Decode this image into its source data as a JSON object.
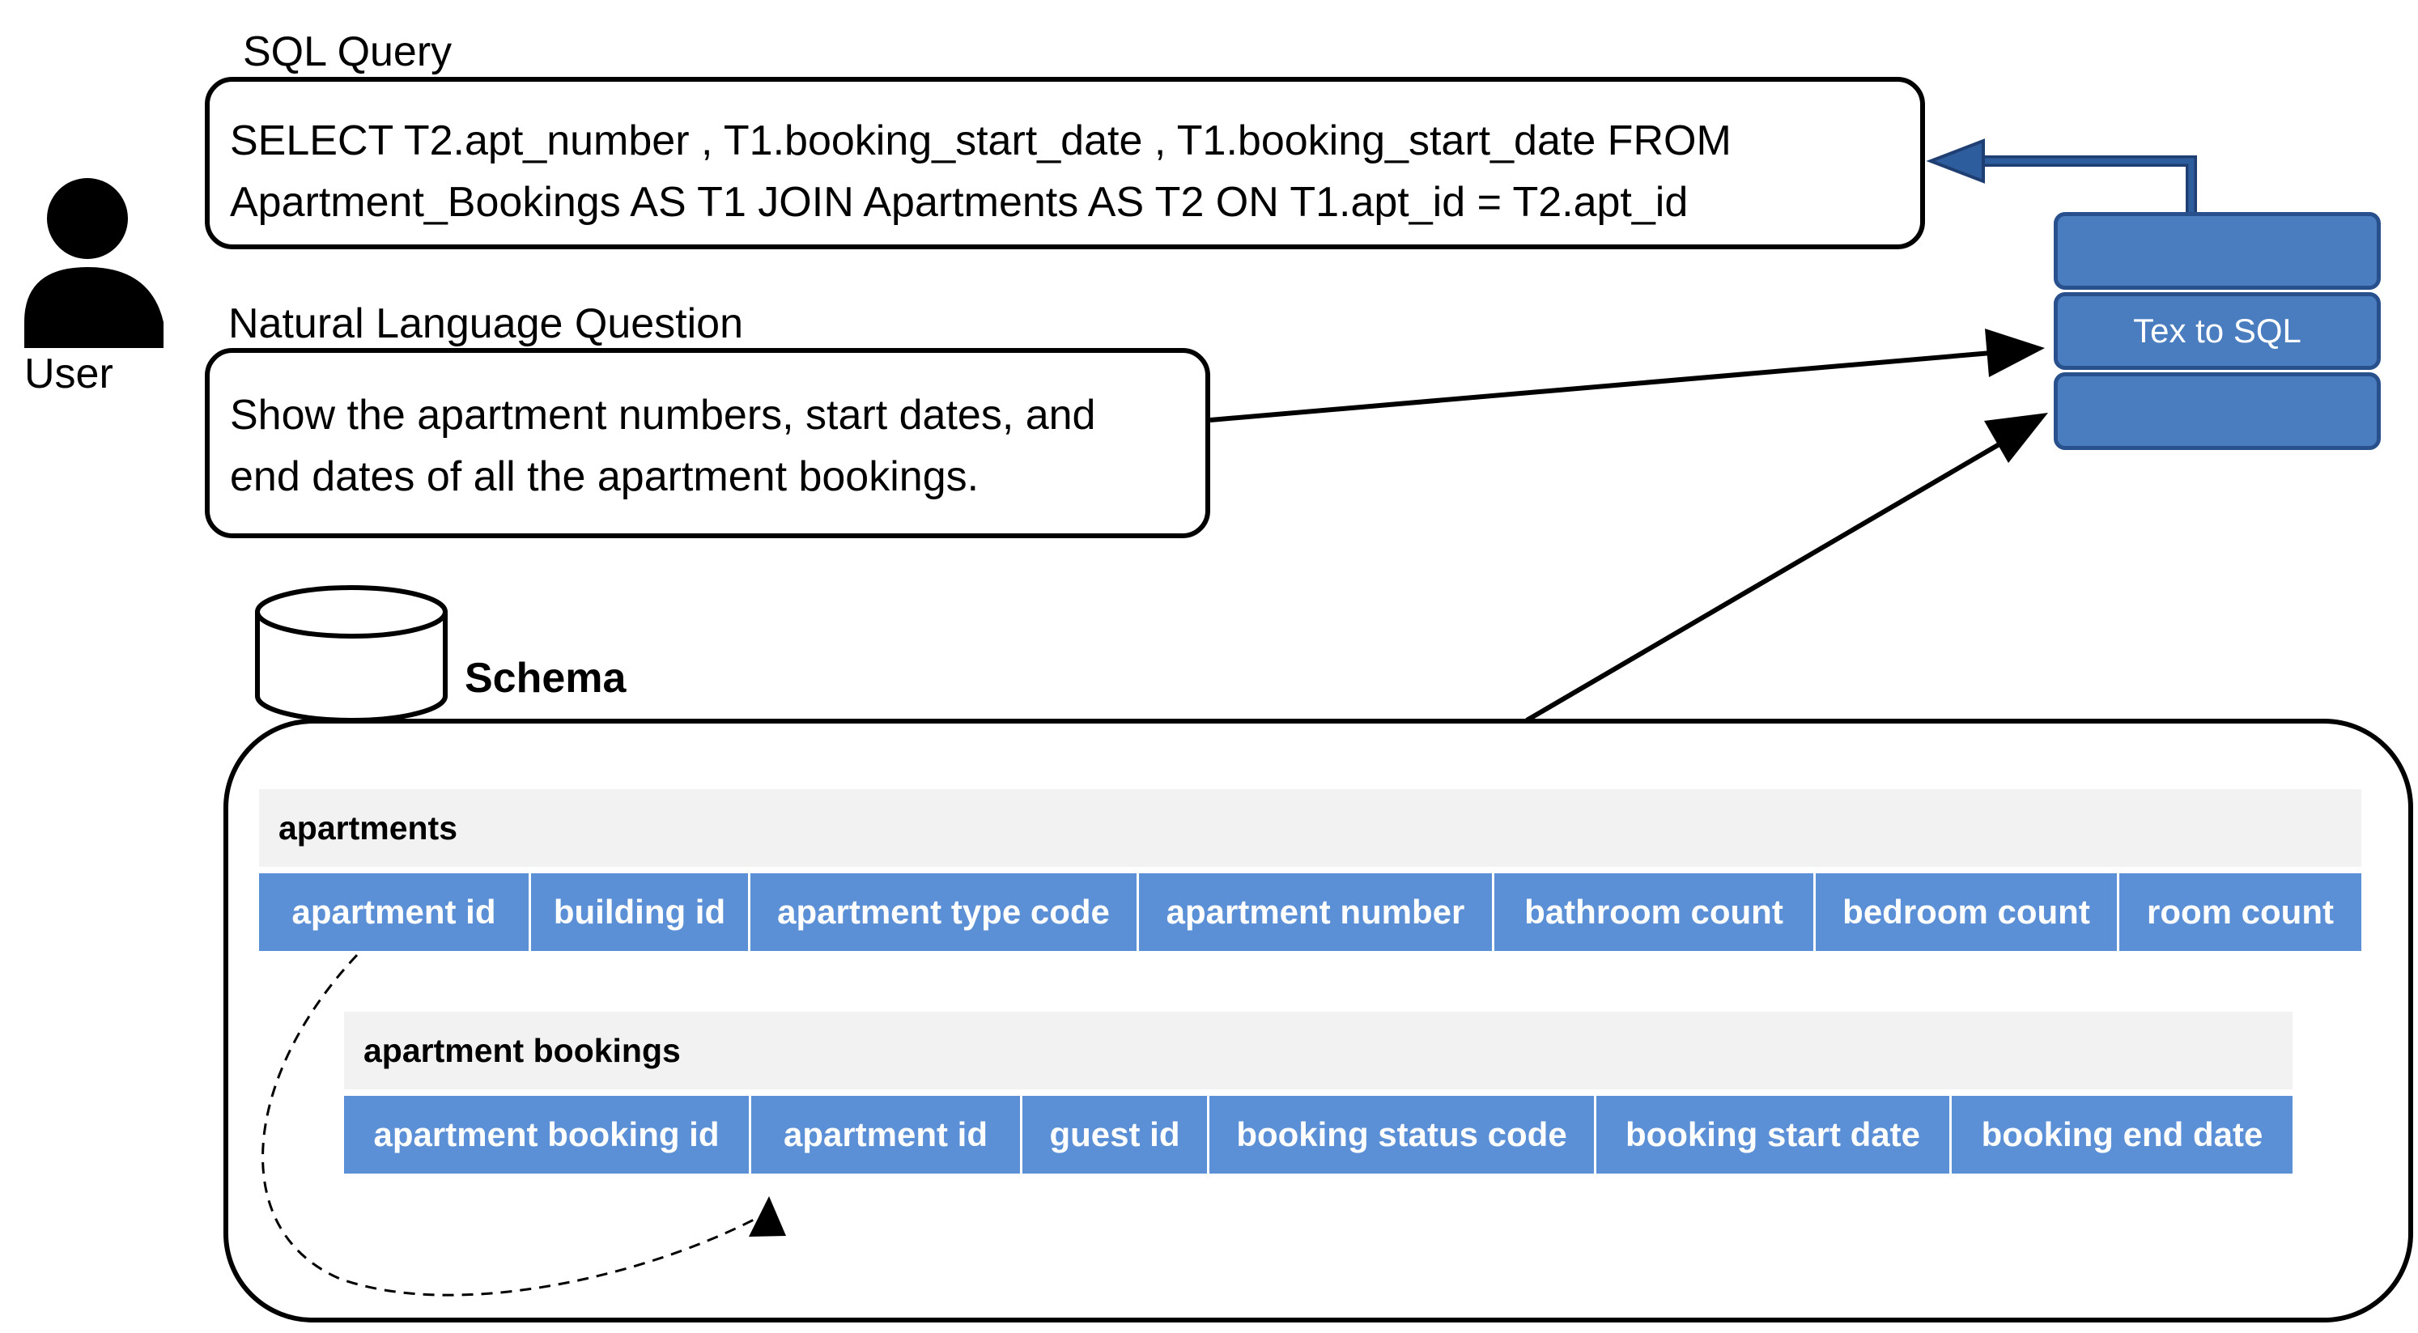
{
  "user": {
    "label": "User"
  },
  "sql_query": {
    "title": "SQL Query",
    "lines": [
      "SELECT T2.apt_number ,  T1.booking_start_date ,  T1.booking_start_date FROM",
      "Apartment_Bookings AS T1 JOIN Apartments AS T2 ON T1.apt_id  =  T2.apt_id"
    ]
  },
  "question": {
    "title": "Natural Language Question",
    "lines": [
      "Show the apartment numbers, start dates, and",
      "end dates of all the apartment bookings."
    ]
  },
  "text_to_sql": {
    "label": "Tex to SQL"
  },
  "schema": {
    "title": "Schema",
    "tables": [
      {
        "name": "apartments",
        "columns": [
          "apartment id",
          "building id",
          "apartment type code",
          "apartment number",
          "bathroom count",
          "bedroom count",
          "room count"
        ]
      },
      {
        "name": "apartment bookings",
        "columns": [
          "apartment booking id",
          "apartment id",
          "guest id",
          "booking status code",
          "booking start date",
          "booking end date"
        ]
      }
    ]
  },
  "colors": {
    "column_fill": "#5b8fd6",
    "table_name_fill": "#f2f2f2",
    "model_fill": "#4a7dbf",
    "model_border": "#27508c",
    "return_arrow": "#2e5d9e"
  }
}
